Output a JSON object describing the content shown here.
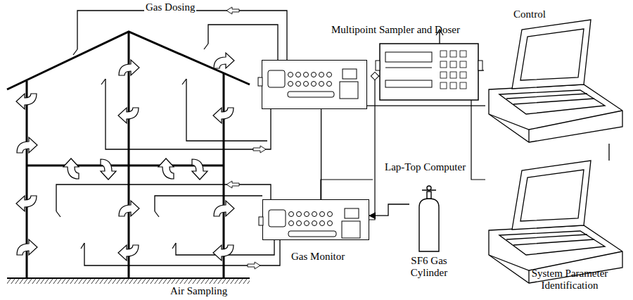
{
  "diagram": {
    "nodes": [
      {
        "text": [
          "Multipoint Sampler and Doser"
        ]
      },
      {
        "text": [
          "Gas Monitor"
        ]
      },
      {
        "text": [
          "Control"
        ]
      },
      {
        "text": [
          "System Parameter Identification"
        ]
      },
      {
        "text": [
          "SF6 Gas Cylinder"
        ]
      }
    ],
    "edges": [
      {
        "from": 0,
        "to": 2,
        "arrow": "none"
      },
      {
        "from": 1,
        "to": 0,
        "arrow": "none"
      },
      {
        "from": 4,
        "to": 1,
        "arrow": "to"
      },
      {
        "from": 2,
        "to": 3,
        "arrow": "none"
      }
    ],
    "labels": [
      "Gas Dosing",
      "Lap-Top Computer",
      "Air Sampling"
    ]
  }
}
